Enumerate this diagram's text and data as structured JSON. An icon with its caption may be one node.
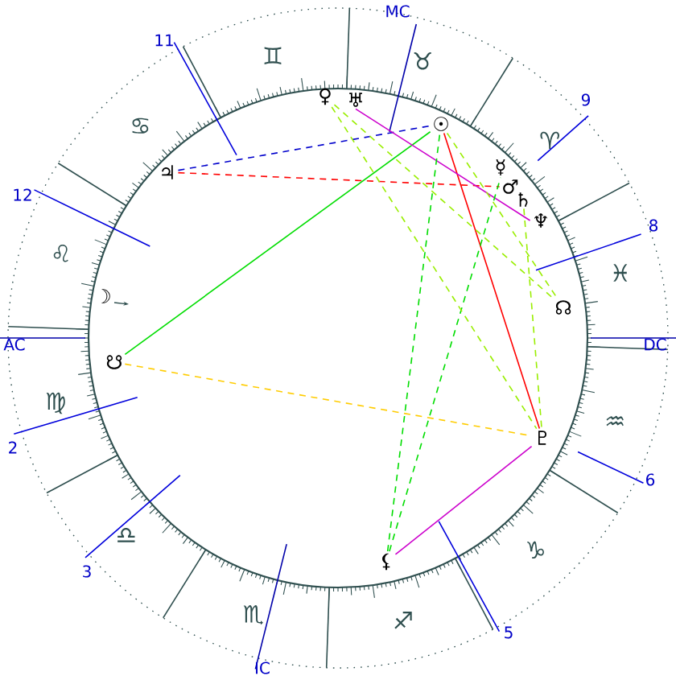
{
  "diagram": {
    "nodes": [
      {
        "text": [
          "♃"
        ]
      },
      {
        "text": [
          "♀"
        ]
      },
      {
        "text": [
          "♅"
        ]
      },
      {
        "text": [
          "☉"
        ]
      },
      {
        "text": [
          "☿"
        ]
      },
      {
        "text": [
          "♂"
        ]
      },
      {
        "text": [
          "♄"
        ]
      },
      {
        "text": [
          "♆"
        ]
      },
      {
        "text": [
          "☊"
        ]
      },
      {
        "text": [
          "♇"
        ]
      },
      {
        "text": [
          "⚸"
        ]
      },
      {
        "text": [
          "☋"
        ]
      }
    ],
    "edges": [
      {
        "from": 0,
        "to": 3,
        "arrow": "none",
        "style": "dashed",
        "color": "#0000cc"
      },
      {
        "from": 0,
        "to": 5,
        "arrow": "none",
        "style": "dashed",
        "color": "#ff0000"
      },
      {
        "from": 11,
        "to": 3,
        "arrow": "none",
        "color": "#00dd00"
      },
      {
        "from": 3,
        "to": 9,
        "arrow": "none",
        "color": "#ff0000"
      },
      {
        "from": 2,
        "to": 7,
        "arrow": "none",
        "color": "#cc00cc"
      },
      {
        "from": 10,
        "to": 9,
        "arrow": "none",
        "color": "#cc00cc"
      },
      {
        "from": 11,
        "to": 9,
        "arrow": "none",
        "style": "dashed",
        "color": "#ffcc00"
      },
      {
        "from": 10,
        "to": 3,
        "arrow": "none",
        "style": "dashed",
        "color": "#00dd00"
      },
      {
        "from": 10,
        "to": 4,
        "arrow": "none",
        "style": "dashed",
        "color": "#00dd00"
      },
      {
        "from": 1,
        "to": 8,
        "arrow": "none",
        "style": "dashed",
        "color": "#99ee00"
      },
      {
        "from": 1,
        "to": 9,
        "arrow": "none",
        "style": "dashed",
        "color": "#99ee00"
      },
      {
        "from": 6,
        "to": 9,
        "arrow": "none",
        "style": "dashed",
        "color": "#99ee00"
      },
      {
        "from": 3,
        "to": 8,
        "arrow": "none",
        "style": "dashed",
        "color": "#99ee00"
      }
    ],
    "labels": [
      "MC",
      "11",
      "9",
      "12",
      "8",
      "AC",
      "DC",
      "2",
      "6",
      "3",
      "5",
      "IC",
      "♊",
      "♉",
      "♋",
      "♈",
      "♌",
      "♓",
      "☽",
      "♍",
      "♒",
      "♎",
      "♑",
      "♏",
      "♐"
    ]
  }
}
